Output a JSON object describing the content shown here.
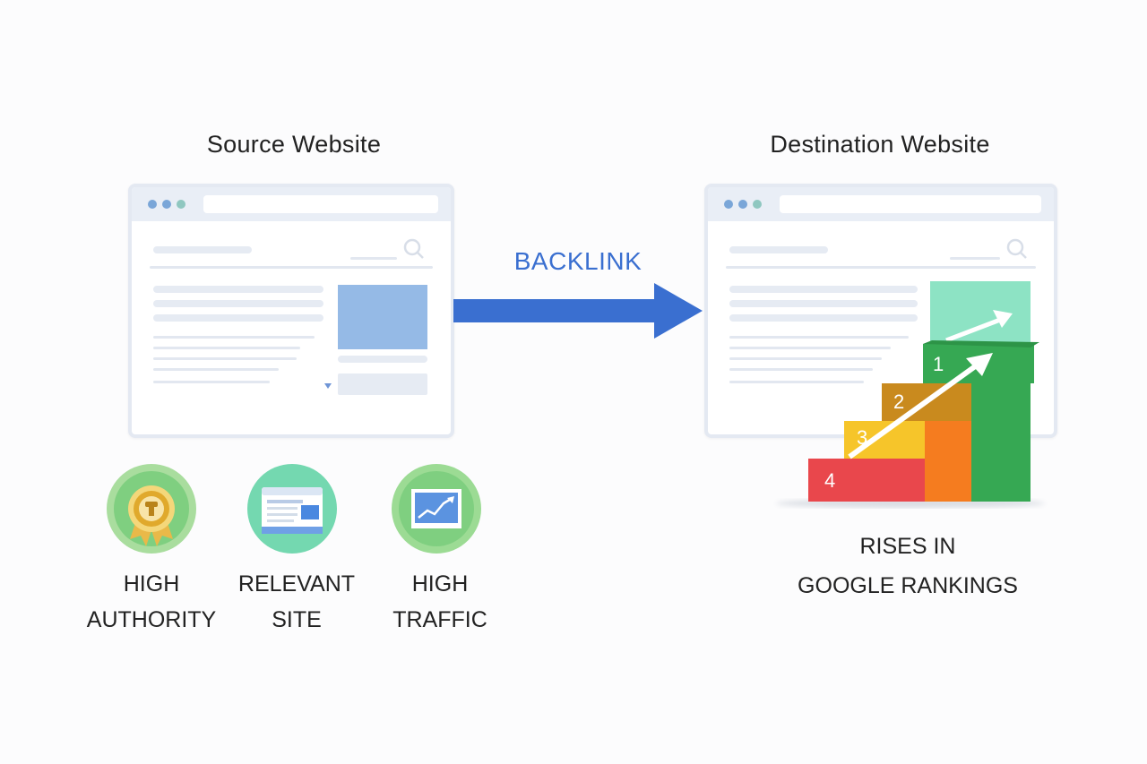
{
  "source": {
    "title": "Source Website"
  },
  "destination": {
    "title": "Destination Website"
  },
  "arrow": {
    "label": "BACKLINK",
    "color": "#3a6fd0"
  },
  "features": [
    {
      "line1": "HIGH",
      "line2": "AUTHORITY",
      "icon": "award-ribbon-icon"
    },
    {
      "line1": "RELEVANT",
      "line2": "SITE",
      "icon": "webpage-icon"
    },
    {
      "line1": "HIGH",
      "line2": "TRAFFIC",
      "icon": "trending-chart-icon"
    }
  ],
  "result": {
    "line1": "RISES IN",
    "line2": "GOOGLE RANKINGS"
  },
  "steps": [
    {
      "num": "1",
      "color": "#36a853"
    },
    {
      "num": "2",
      "color": "#c98a1e"
    },
    {
      "num": "3",
      "color": "#f6c52a"
    },
    {
      "num": "4",
      "color": "#e9474c"
    }
  ]
}
